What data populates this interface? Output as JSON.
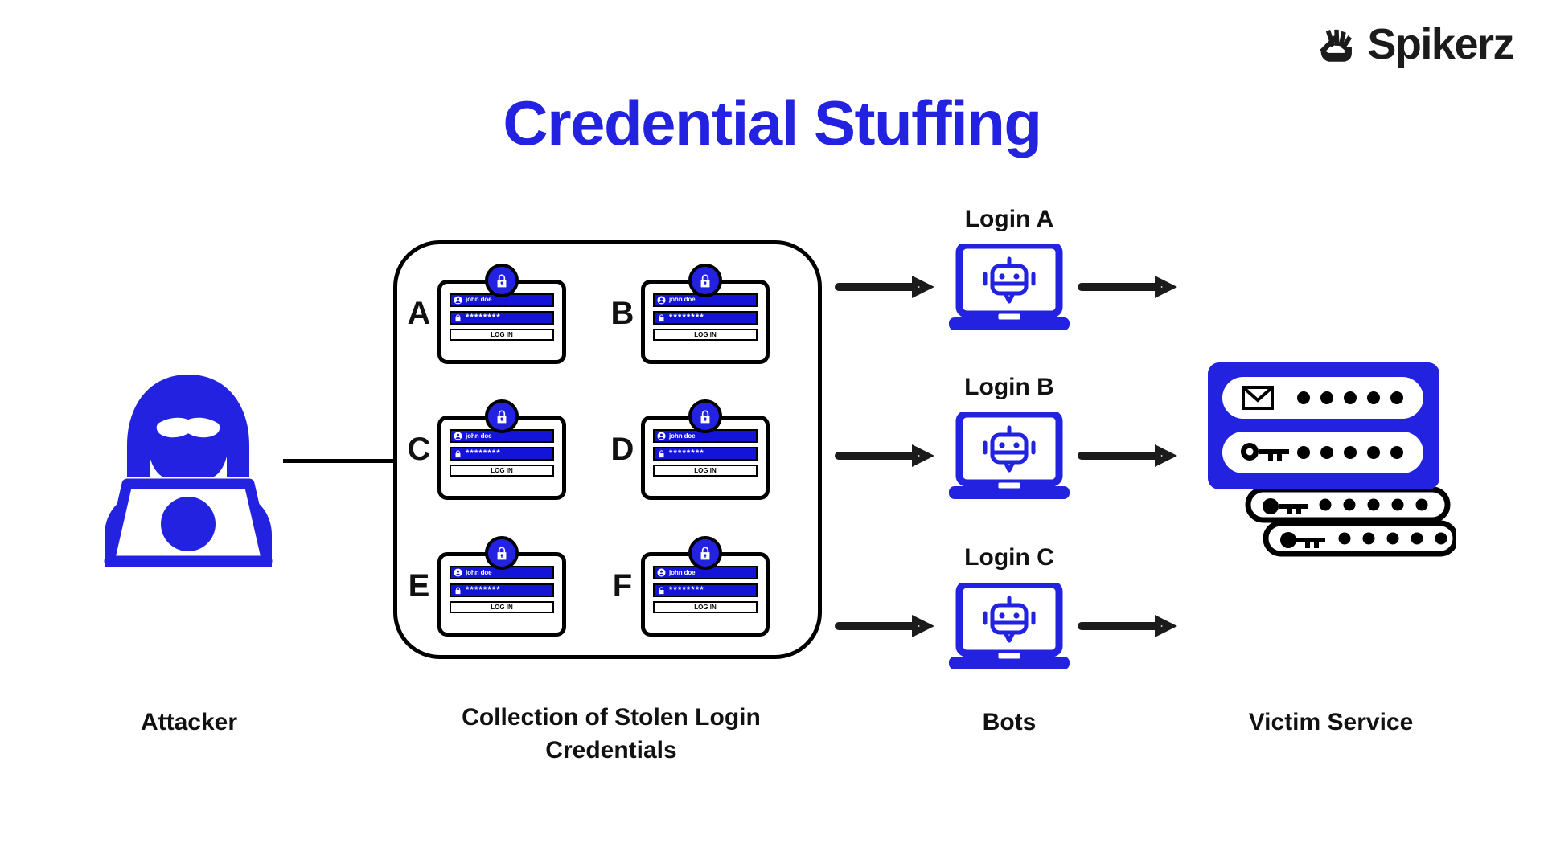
{
  "brand": {
    "name": "Spikerz",
    "logo_icon": "spike-hand-icon"
  },
  "title": "Credential Stuffing",
  "colors": {
    "accent_blue": "#2222E0",
    "field_blue": "#1414D8",
    "ink": "#111111",
    "background": "#FFFFFF"
  },
  "attacker": {
    "label": "Attacker",
    "icon": "hooded-hacker-laptop-icon"
  },
  "collection": {
    "label_line1": "Collection of Stolen Login",
    "label_line2": "Credentials",
    "cards": [
      {
        "letter": "A",
        "username": "john doe",
        "password": "********",
        "button": "LOG IN",
        "lock_icon": "padlock-icon",
        "user_icon": "user-circle-icon",
        "password_icon": "lock-icon"
      },
      {
        "letter": "B",
        "username": "john doe",
        "password": "********",
        "button": "LOG IN",
        "lock_icon": "padlock-icon",
        "user_icon": "user-circle-icon",
        "password_icon": "lock-icon"
      },
      {
        "letter": "C",
        "username": "john doe",
        "password": "********",
        "button": "LOG IN",
        "lock_icon": "padlock-icon",
        "user_icon": "user-circle-icon",
        "password_icon": "lock-icon"
      },
      {
        "letter": "D",
        "username": "john doe",
        "password": "********",
        "button": "LOG IN",
        "lock_icon": "padlock-icon",
        "user_icon": "user-circle-icon",
        "password_icon": "lock-icon"
      },
      {
        "letter": "E",
        "username": "john doe",
        "password": "********",
        "button": "LOG IN",
        "lock_icon": "padlock-icon",
        "user_icon": "user-circle-icon",
        "password_icon": "lock-icon"
      },
      {
        "letter": "F",
        "username": "john doe",
        "password": "********",
        "button": "LOG IN",
        "lock_icon": "padlock-icon",
        "user_icon": "user-circle-icon",
        "password_icon": "lock-icon"
      }
    ]
  },
  "bots": {
    "group_label": "Bots",
    "items": [
      {
        "label": "Login A",
        "icon": "laptop-bot-icon"
      },
      {
        "label": "Login B",
        "icon": "laptop-bot-icon"
      },
      {
        "label": "Login C",
        "icon": "laptop-bot-icon"
      }
    ]
  },
  "victim": {
    "label": "Victim Service",
    "icon": "login-form-stack-icon",
    "fields": [
      {
        "icon": "envelope-icon",
        "dots": 5
      },
      {
        "icon": "key-icon",
        "dots": 5
      }
    ],
    "stacked_rows": [
      {
        "icon": "key-icon",
        "dots": 5
      },
      {
        "icon": "key-icon",
        "dots": 5
      }
    ]
  },
  "flow": {
    "arrow_icon": "arrow-right-icon",
    "arrows": 6
  }
}
